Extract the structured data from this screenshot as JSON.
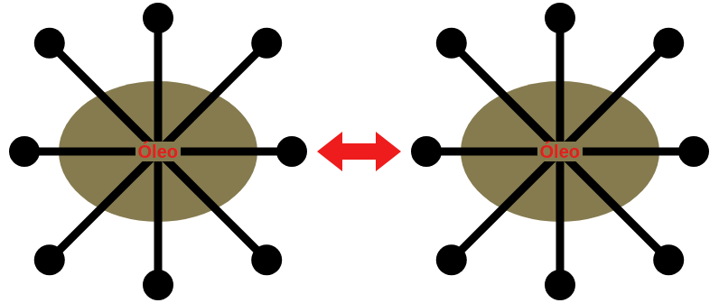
{
  "diagram": {
    "nodes": [
      {
        "text": [
          "Óleo"
        ]
      },
      {
        "text": [
          "Óleo"
        ]
      }
    ],
    "edges": [
      {
        "from": 0,
        "to": 1,
        "arrow": "both"
      }
    ]
  }
}
